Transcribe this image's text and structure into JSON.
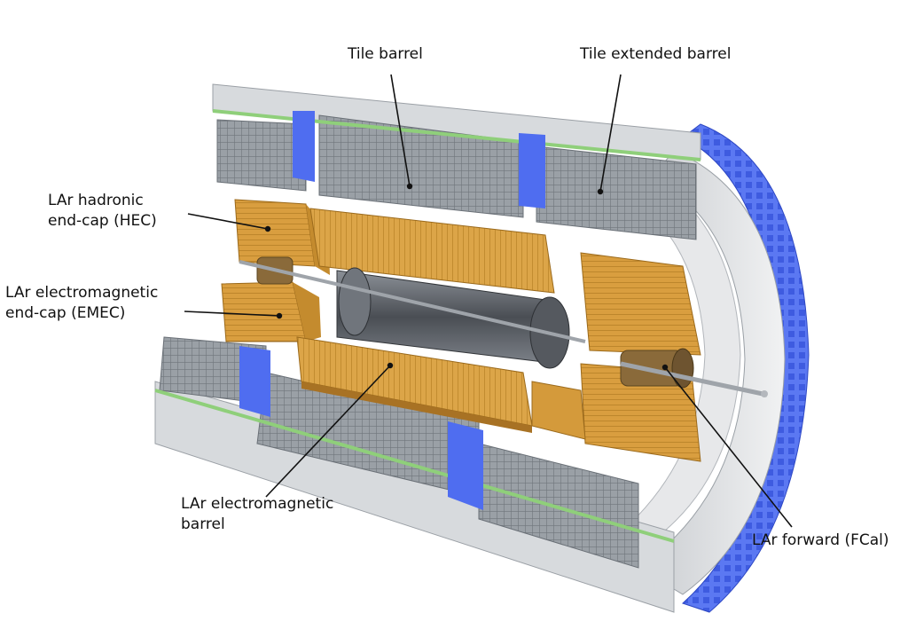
{
  "labels": {
    "tile_barrel": "Tile barrel",
    "tile_extended_barrel": "Tile extended barrel",
    "hec_line1": "LAr hadronic",
    "hec_line2": "end-cap (HEC)",
    "emec_line1": "LAr electromagnetic",
    "emec_line2": "end-cap (EMEC)",
    "em_barrel_line1": "LAr electromagnetic",
    "em_barrel_line2": "barrel",
    "fcal": "LAr forward (FCal)"
  },
  "colors": {
    "tile_blue": "#4f6df0",
    "tile_gray": "#8a9097",
    "lar_gold": "#d9a13c",
    "lar_gold_dark": "#b8802a",
    "frame_light": "#e4e6e8",
    "inner_dark": "#5a5e64",
    "fiber_green": "#8fcf7a"
  }
}
